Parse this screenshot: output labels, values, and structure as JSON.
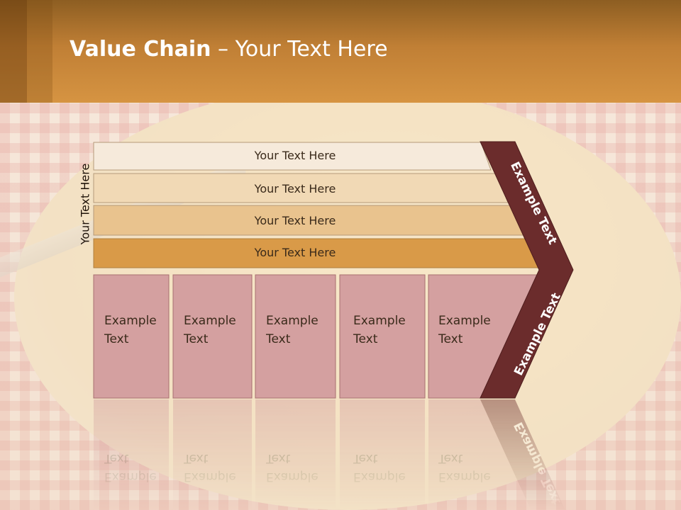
{
  "title": {
    "bold": "Value Chain",
    "rest": " – Your Text Here"
  },
  "side_label": "Your Text Here",
  "bars": [
    {
      "label": "Your Text Here",
      "color": "#f6eadb"
    },
    {
      "label": "Your Text Here",
      "color": "#f1d9b5"
    },
    {
      "label": "Your Text Here",
      "color": "#e9c38e"
    },
    {
      "label": "Your Text Here",
      "color": "#d99a48"
    }
  ],
  "boxes": [
    {
      "line1": "Example",
      "line2": "Text"
    },
    {
      "line1": "Example",
      "line2": "Text"
    },
    {
      "line1": "Example",
      "line2": "Text"
    },
    {
      "line1": "Example",
      "line2": "Text"
    },
    {
      "line1": "Example",
      "line2": "Text"
    }
  ],
  "chevron": {
    "top_label": "Example Text",
    "bottom_label": "Example Text",
    "color": "#6b2c2c"
  },
  "box_color": "#d4a0a0"
}
